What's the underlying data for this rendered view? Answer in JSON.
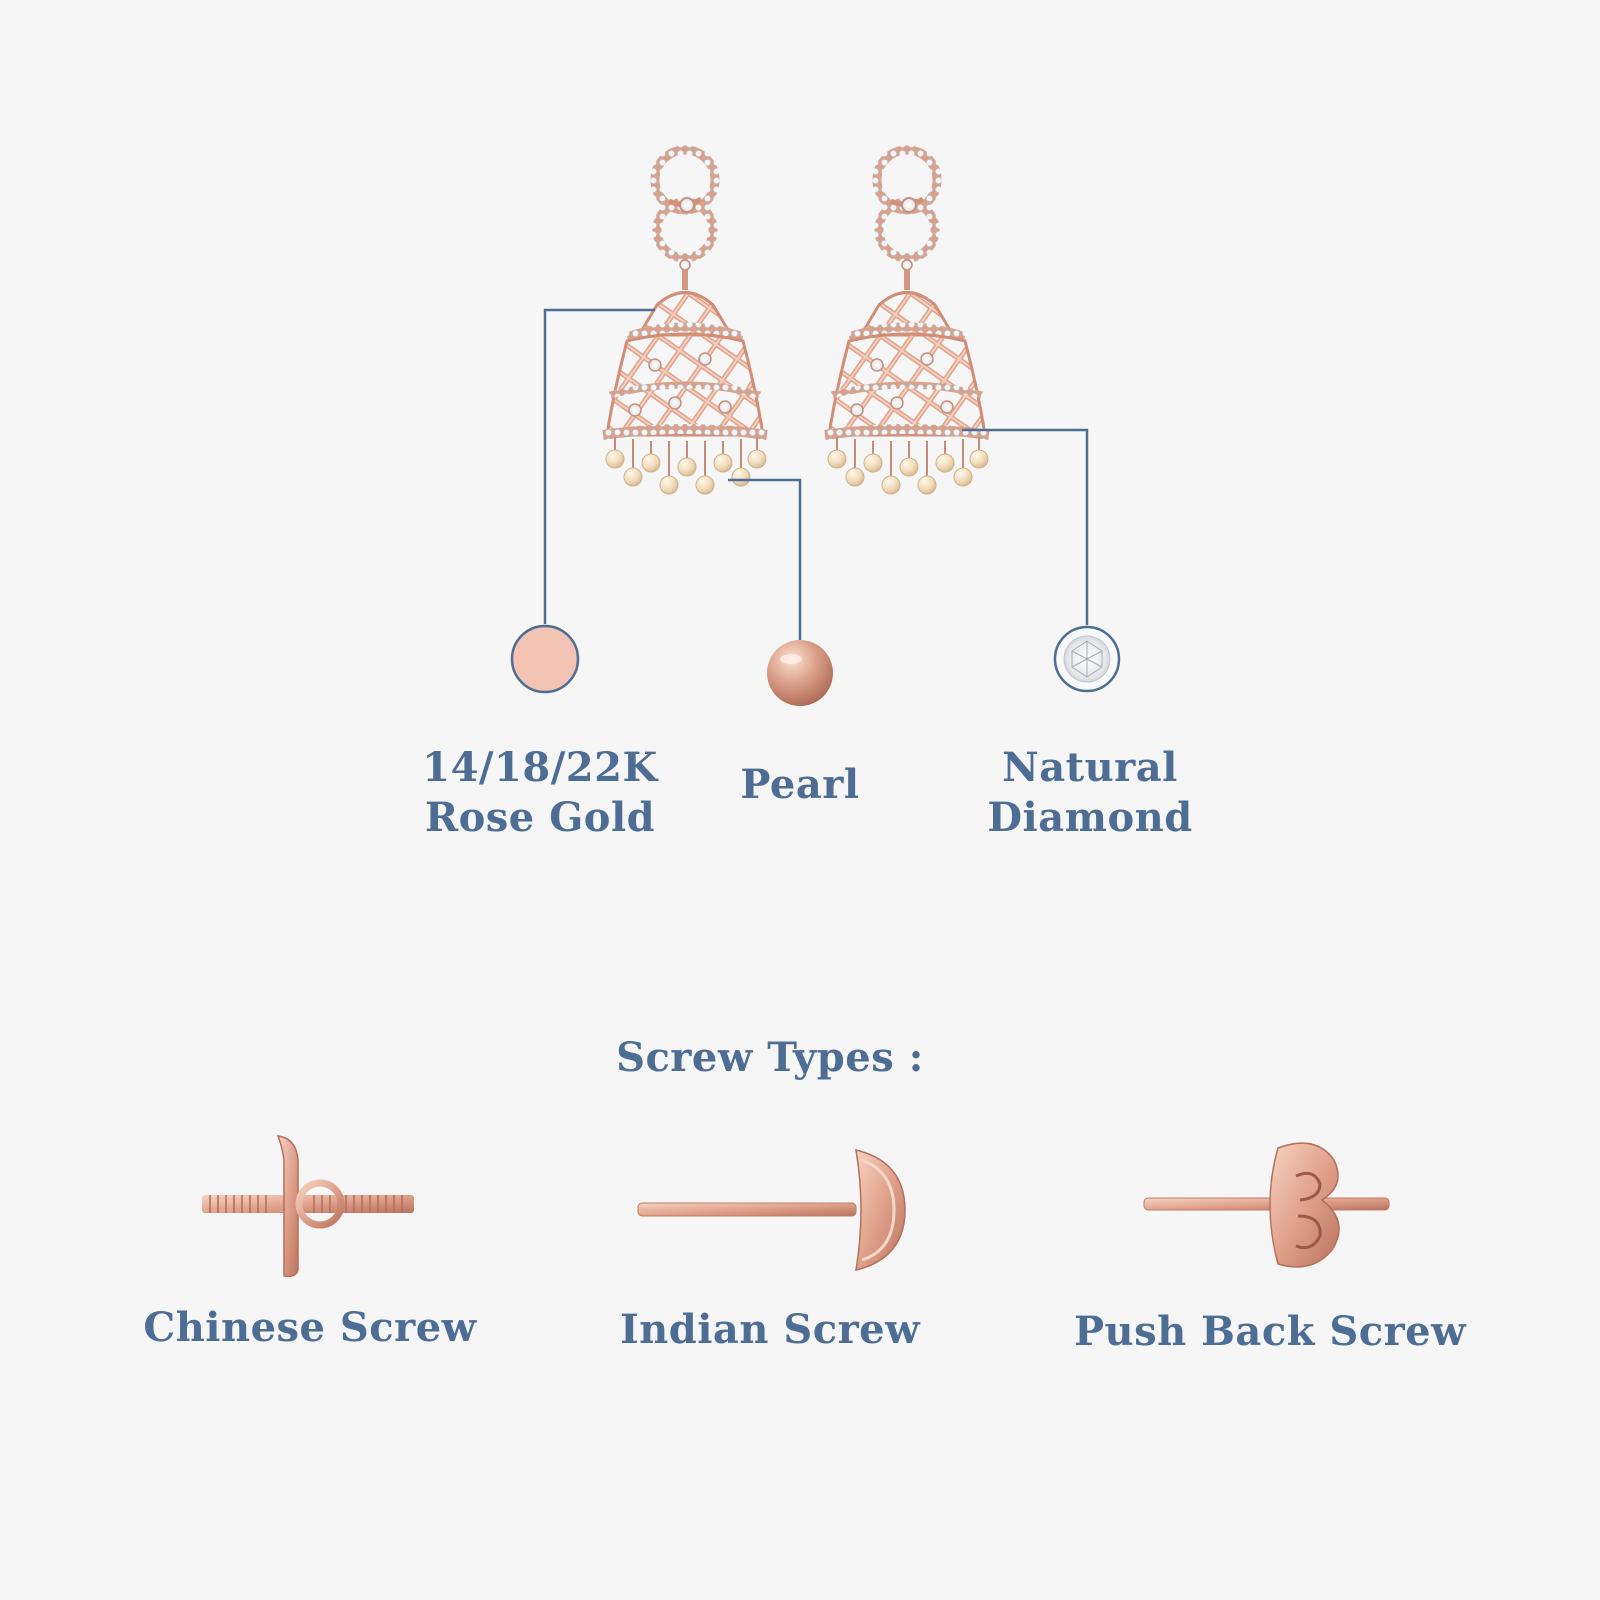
{
  "colors": {
    "background": "#f6f6f6",
    "text": "#4d6d95",
    "leader_line": "#4d6d95",
    "rose_gold": "#f2c3b3",
    "metal": "#d99a84"
  },
  "materials": [
    {
      "icon": "rose-gold-swatch-icon",
      "lines": [
        "14/18/22K",
        "Rose Gold"
      ]
    },
    {
      "icon": "pearl-icon",
      "lines": [
        "Pearl"
      ]
    },
    {
      "icon": "diamond-icon",
      "lines": [
        "Natural",
        "Diamond"
      ]
    }
  ],
  "screws": {
    "title": "Screw Types :",
    "items": [
      {
        "icon": "chinese-screw-icon",
        "label": "Chinese Screw"
      },
      {
        "icon": "indian-screw-icon",
        "label": "Indian Screw"
      },
      {
        "icon": "push-back-screw-icon",
        "label": "Push Back Screw"
      }
    ]
  }
}
